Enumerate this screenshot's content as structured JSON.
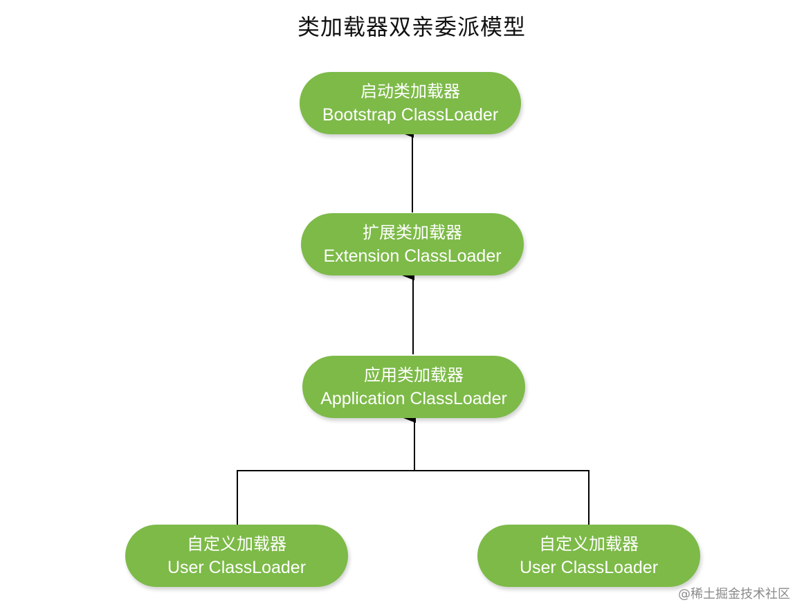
{
  "title": "类加载器双亲委派模型",
  "nodes": {
    "bootstrap": {
      "cn": "启动类加载器",
      "en": "Bootstrap ClassLoader"
    },
    "extension": {
      "cn": "扩展类加载器",
      "en": "Extension ClassLoader"
    },
    "application": {
      "cn": "应用类加载器",
      "en": "Application ClassLoader"
    },
    "user_left": {
      "cn": "自定义加载器",
      "en": "User ClassLoader"
    },
    "user_right": {
      "cn": "自定义加载器",
      "en": "User ClassLoader"
    }
  },
  "edges": [
    {
      "from": "extension",
      "to": "bootstrap"
    },
    {
      "from": "application",
      "to": "extension"
    },
    {
      "from": "user_left",
      "to": "application"
    },
    {
      "from": "user_right",
      "to": "application"
    }
  ],
  "colors": {
    "node_fill": "#7dba48",
    "node_text": "#ffffff",
    "edge": "#000000"
  },
  "watermark": "@稀土掘金技术社区"
}
